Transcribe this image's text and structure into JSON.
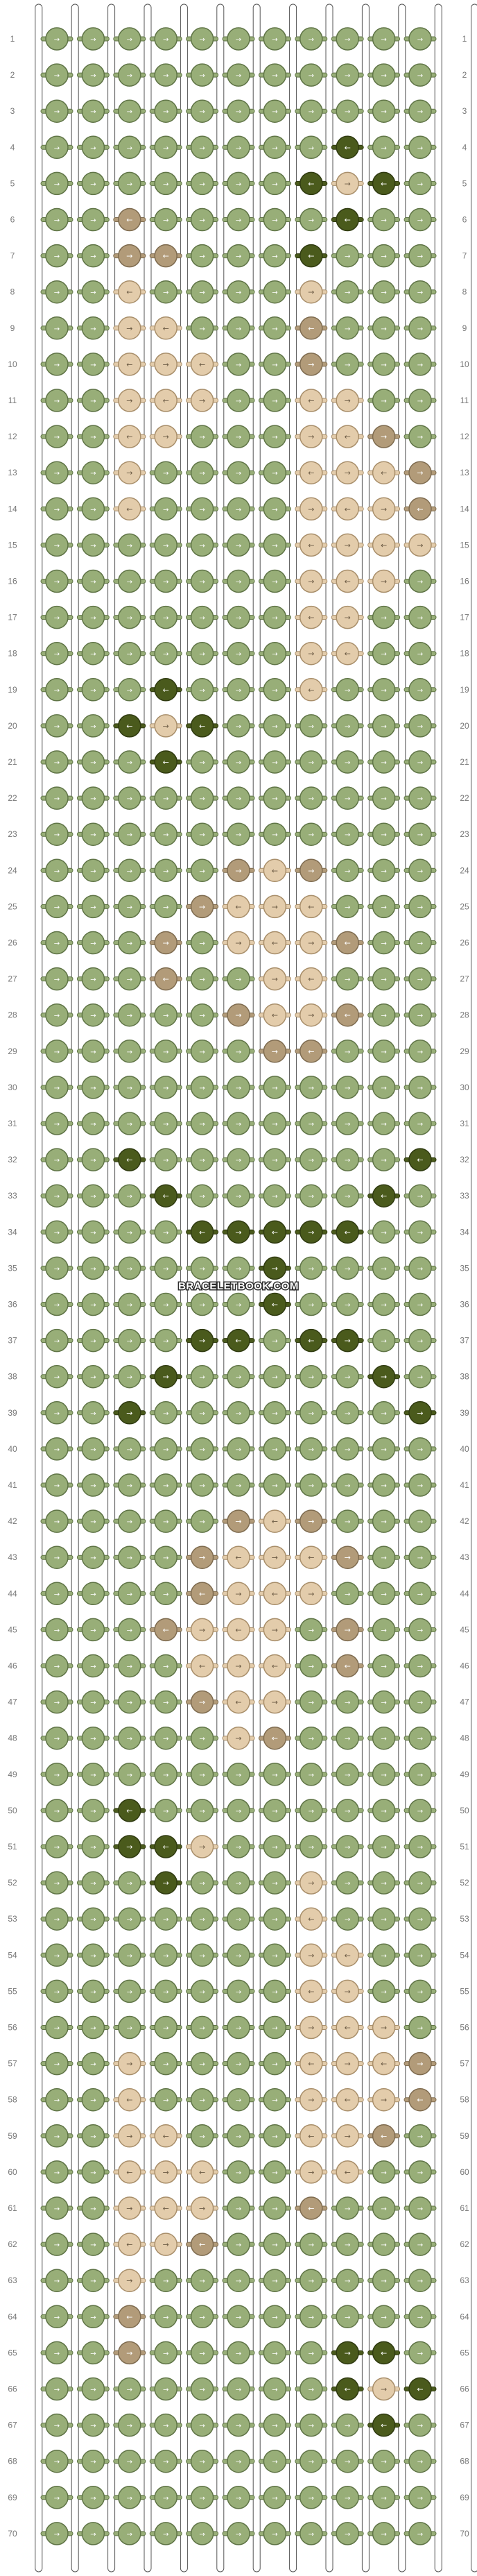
{
  "rows": 70,
  "strings": 12,
  "brand_text": "BRACELETBOOK.COM",
  "colors": {
    "base": "#98ae78",
    "base_dark": "#5f7446",
    "olive": "#4a5a1c",
    "olive_dark": "#2f3a10",
    "cream": "#e3ccab",
    "cream_dark": "#a88e6a",
    "tan": "#b29b79",
    "tan_dark": "#7e6b4f",
    "thread_outline": "#555555",
    "row_number_color": "#777777"
  },
  "special_knots": {
    "olive": [
      [
        4,
        8
      ],
      [
        5,
        7
      ],
      [
        5,
        9
      ],
      [
        6,
        8
      ],
      [
        7,
        7
      ],
      [
        19,
        3
      ],
      [
        20,
        2
      ],
      [
        20,
        4
      ],
      [
        21,
        3
      ],
      [
        32,
        2
      ],
      [
        32,
        10
      ],
      [
        33,
        3
      ],
      [
        33,
        9
      ],
      [
        34,
        4
      ],
      [
        34,
        5
      ],
      [
        34,
        6
      ],
      [
        34,
        7
      ],
      [
        34,
        8
      ],
      [
        35,
        6
      ],
      [
        36,
        6
      ],
      [
        37,
        4
      ],
      [
        37,
        5
      ],
      [
        37,
        7
      ],
      [
        37,
        8
      ],
      [
        38,
        3
      ],
      [
        38,
        9
      ],
      [
        39,
        2
      ],
      [
        39,
        10
      ],
      [
        50,
        2
      ],
      [
        51,
        2
      ],
      [
        51,
        3
      ],
      [
        52,
        3
      ],
      [
        65,
        8
      ],
      [
        65,
        9
      ],
      [
        66,
        8
      ],
      [
        66,
        10
      ],
      [
        67,
        9
      ]
    ],
    "cream": [
      [
        5,
        8
      ],
      [
        8,
        2
      ],
      [
        9,
        2
      ],
      [
        9,
        3
      ],
      [
        10,
        2
      ],
      [
        10,
        3
      ],
      [
        10,
        4
      ],
      [
        11,
        2
      ],
      [
        11,
        3
      ],
      [
        11,
        4
      ],
      [
        12,
        2
      ],
      [
        12,
        3
      ],
      [
        13,
        2
      ],
      [
        14,
        2
      ],
      [
        8,
        7
      ],
      [
        9,
        7
      ],
      [
        10,
        7
      ],
      [
        11,
        7
      ],
      [
        11,
        8
      ],
      [
        12,
        7
      ],
      [
        12,
        8
      ],
      [
        13,
        7
      ],
      [
        13,
        8
      ],
      [
        13,
        9
      ],
      [
        14,
        7
      ],
      [
        14,
        8
      ],
      [
        14,
        9
      ],
      [
        14,
        10
      ],
      [
        15,
        7
      ],
      [
        15,
        8
      ],
      [
        15,
        9
      ],
      [
        15,
        10
      ],
      [
        16,
        7
      ],
      [
        16,
        8
      ],
      [
        16,
        9
      ],
      [
        17,
        7
      ],
      [
        17,
        8
      ],
      [
        18,
        7
      ],
      [
        18,
        8
      ],
      [
        19,
        7
      ],
      [
        20,
        3
      ],
      [
        24,
        6
      ],
      [
        25,
        5
      ],
      [
        25,
        6
      ],
      [
        25,
        7
      ],
      [
        26,
        5
      ],
      [
        26,
        6
      ],
      [
        26,
        7
      ],
      [
        27,
        6
      ],
      [
        27,
        7
      ],
      [
        28,
        6
      ],
      [
        28,
        7
      ],
      [
        29,
        7
      ],
      [
        42,
        6
      ],
      [
        43,
        5
      ],
      [
        43,
        6
      ],
      [
        43,
        7
      ],
      [
        44,
        5
      ],
      [
        44,
        6
      ],
      [
        44,
        7
      ],
      [
        45,
        4
      ],
      [
        45,
        5
      ],
      [
        45,
        6
      ],
      [
        46,
        4
      ],
      [
        46,
        5
      ],
      [
        46,
        6
      ],
      [
        47,
        5
      ],
      [
        47,
        6
      ],
      [
        48,
        5
      ],
      [
        51,
        4
      ],
      [
        52,
        7
      ],
      [
        53,
        7
      ],
      [
        54,
        7
      ],
      [
        54,
        8
      ],
      [
        55,
        7
      ],
      [
        55,
        8
      ],
      [
        56,
        7
      ],
      [
        56,
        8
      ],
      [
        56,
        9
      ],
      [
        57,
        7
      ],
      [
        57,
        8
      ],
      [
        57,
        9
      ],
      [
        57,
        10
      ],
      [
        58,
        7
      ],
      [
        58,
        8
      ],
      [
        58,
        9
      ],
      [
        58,
        10
      ],
      [
        59,
        7
      ],
      [
        59,
        8
      ],
      [
        59,
        9
      ],
      [
        60,
        7
      ],
      [
        60,
        8
      ],
      [
        61,
        7
      ],
      [
        57,
        2
      ],
      [
        58,
        2
      ],
      [
        59,
        2
      ],
      [
        59,
        3
      ],
      [
        60,
        2
      ],
      [
        60,
        3
      ],
      [
        60,
        4
      ],
      [
        61,
        2
      ],
      [
        61,
        3
      ],
      [
        61,
        4
      ],
      [
        62,
        2
      ],
      [
        62,
        3
      ],
      [
        63,
        2
      ],
      [
        66,
        9
      ]
    ],
    "tan": [
      [
        6,
        2
      ],
      [
        7,
        2
      ],
      [
        7,
        3
      ],
      [
        9,
        7
      ],
      [
        10,
        7
      ],
      [
        12,
        9
      ],
      [
        13,
        10
      ],
      [
        14,
        10
      ],
      [
        24,
        5
      ],
      [
        24,
        7
      ],
      [
        25,
        4
      ],
      [
        26,
        3
      ],
      [
        26,
        8
      ],
      [
        27,
        3
      ],
      [
        28,
        5
      ],
      [
        28,
        8
      ],
      [
        29,
        6
      ],
      [
        29,
        7
      ],
      [
        42,
        5
      ],
      [
        42,
        7
      ],
      [
        43,
        4
      ],
      [
        43,
        8
      ],
      [
        44,
        4
      ],
      [
        45,
        3
      ],
      [
        45,
        8
      ],
      [
        46,
        8
      ],
      [
        47,
        4
      ],
      [
        48,
        6
      ],
      [
        57,
        10
      ],
      [
        58,
        10
      ],
      [
        59,
        9
      ],
      [
        61,
        7
      ],
      [
        62,
        4
      ],
      [
        64,
        2
      ],
      [
        65,
        2
      ]
    ]
  }
}
